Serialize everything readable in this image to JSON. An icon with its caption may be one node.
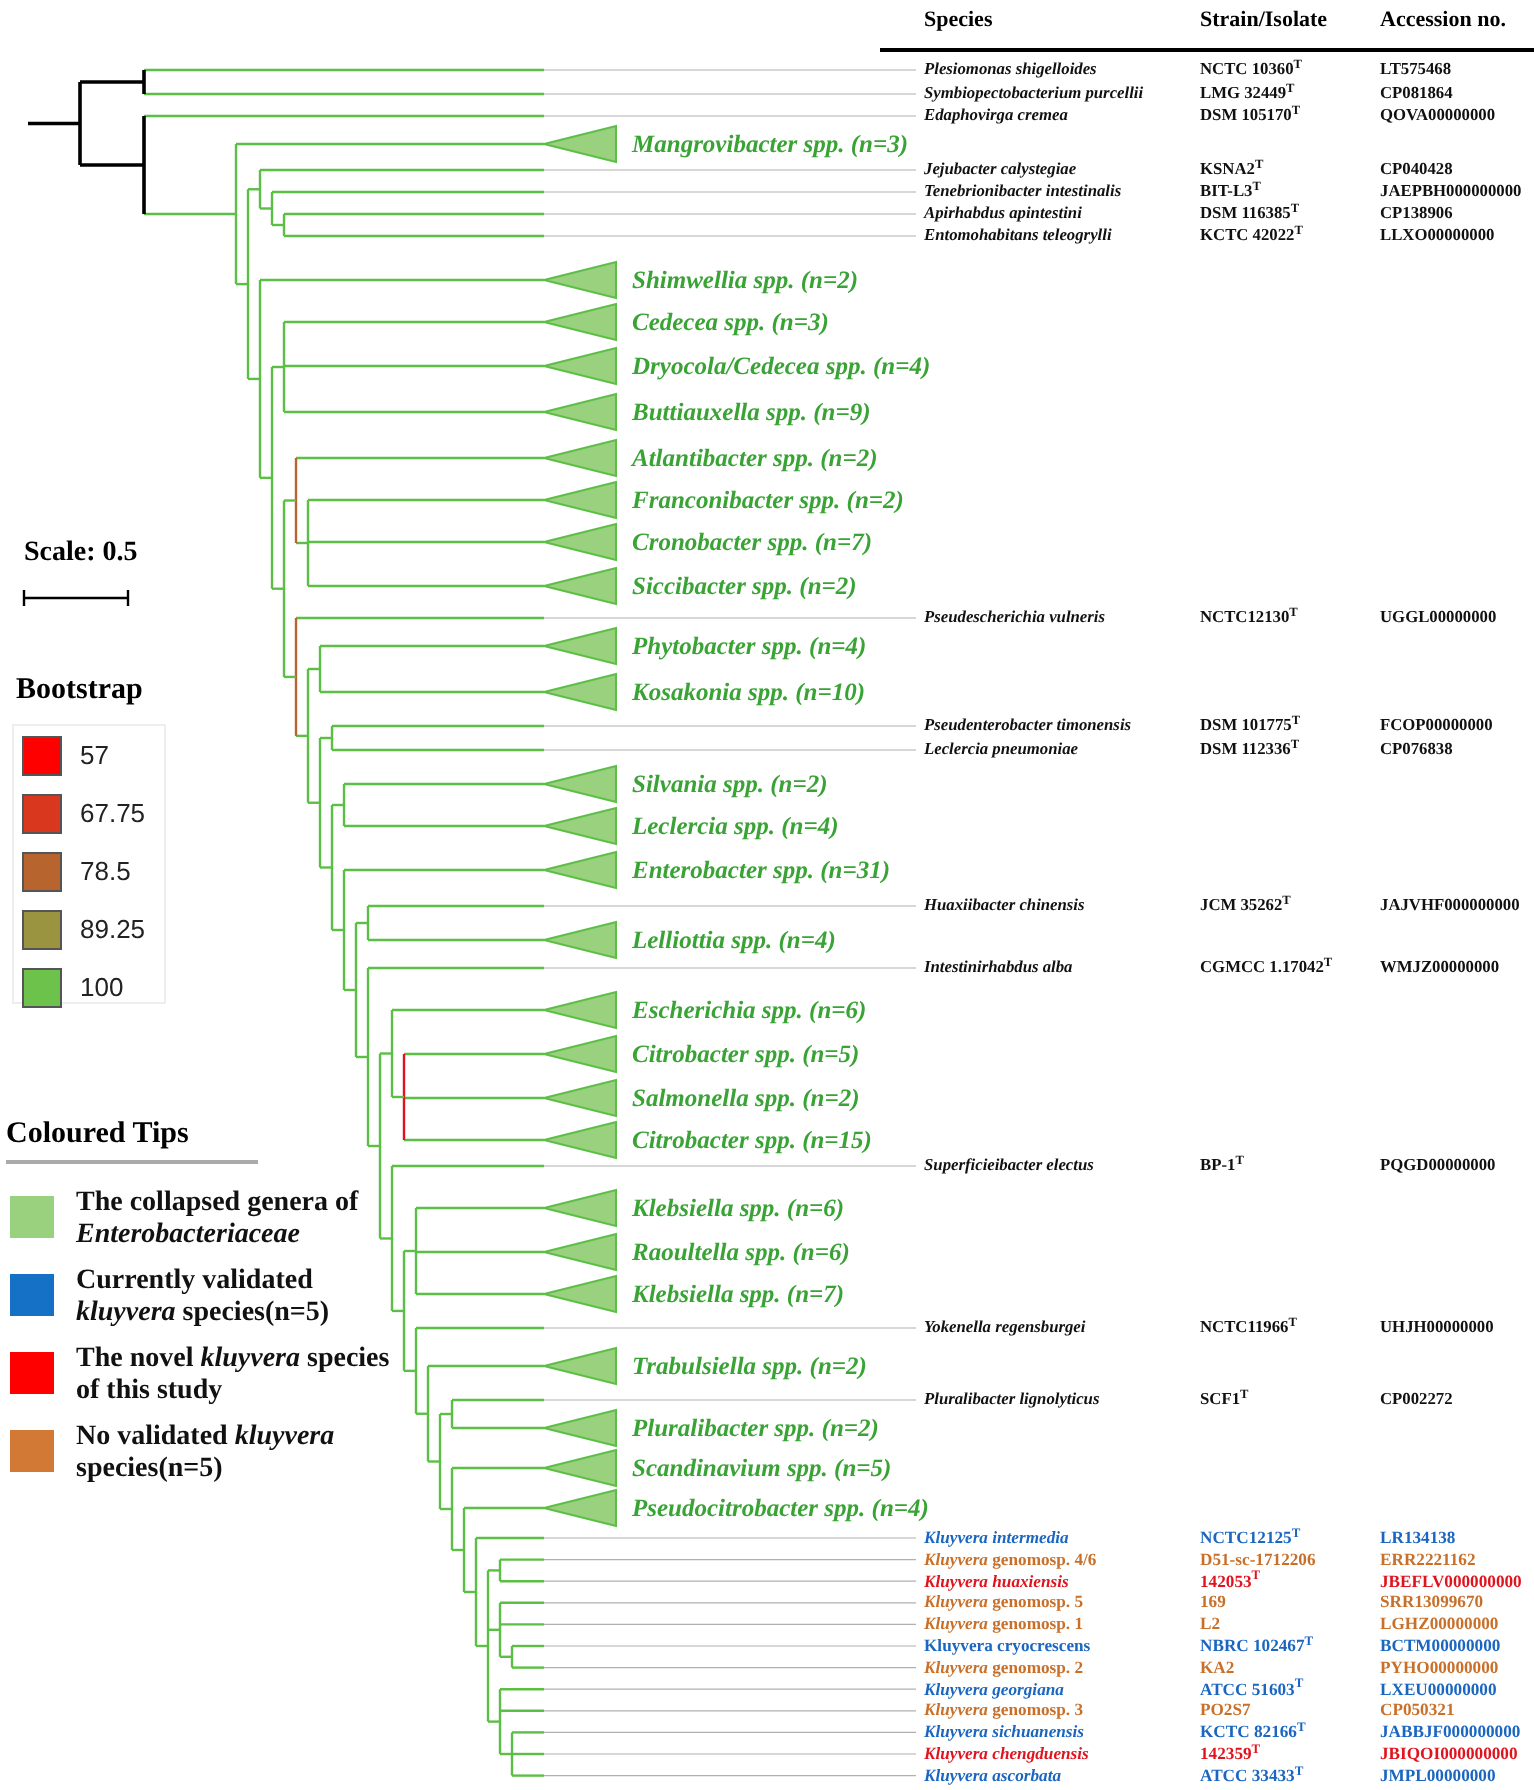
{
  "diagram": {
    "labels": [
      "Species",
      "Strain/Isolate",
      "Accession no.",
      "Plesiomonas shigelloides",
      "NCTC 10360$^{T}$",
      "LT575468",
      "Symbiopectobacterium purcellii",
      "LMG 32449$^{T}$",
      "CP081864",
      "Edaphovirga cremea",
      "DSM 105170$^{T}$",
      "QOVA00000000",
      "Mangrovibacter spp. (n=3)",
      "Jejubacter calystegiae",
      "KSNA2$^{T}$",
      "CP040428",
      "Tenebrionibacter intestinalis",
      "BIT-L3$^{T}$",
      "JAEPBH000000000",
      "Apirhabdus apintestini",
      "DSM 116385$^{T}$",
      "CP138906",
      "Entomohabitans teleogrylli",
      "KCTC 42022$^{T}$",
      "LLXO00000000",
      "Shimwellia spp. (n=2)",
      "Cedecea spp. (n=3)",
      "Dryocola/Cedecea spp. (n=4)",
      "Buttiauxella spp. (n=9)",
      "Atlantibacter spp. (n=2)",
      "Franconibacter spp. (n=2)",
      "Cronobacter spp. (n=7)",
      "Siccibacter spp. (n=2)",
      "Pseudescherichia vulneris",
      "NCTC12130$^{T}$",
      "UGGL00000000",
      "Phytobacter spp. (n=4)",
      "Kosakonia spp. (n=10)",
      "Pseudenterobacter timonensis",
      "DSM 101775$^{T}$",
      "FCOP00000000",
      "Leclercia pneumoniae",
      "DSM 112336$^{T}$",
      "CP076838",
      "Silvania spp. (n=2)",
      "Leclercia spp. (n=4)",
      "Enterobacter spp. (n=31)",
      "Huaxiibacter chinensis",
      "JCM 35262$^{T}$",
      "JAJVHF000000000",
      "Lelliottia spp. (n=4)",
      "Intestinirhabdus alba",
      "CGMCC 1.17042$^{T}$",
      "WMJZ00000000",
      "Escherichia spp. (n=6)",
      "Citrobacter spp. (n=5)",
      "Salmonella spp. (n=2)",
      "Citrobacter spp. (n=15)",
      "Superficieibacter electus",
      "BP-1$^{T}$",
      "PQGD00000000",
      "Klebsiella spp. (n=6)",
      "Raoultella spp. (n=6)",
      "Klebsiella spp. (n=7)",
      "Yokenella regensburgei",
      "NCTC11966$^{T}$",
      "UHJH00000000",
      "Trabulsiella spp. (n=2)",
      "Pluralibacter lignolyticus",
      "SCF1$^{T}$",
      "CP002272",
      "Pluralibacter spp. (n=2)",
      "Scandinavium spp. (n=5)",
      "Pseudocitrobacter spp. (n=4)",
      "Kluyvera intermedia",
      "NCTC12125$^{T}$",
      "LR134138",
      "*Kluyvera* genomosp. 4/6",
      "D51-sc-1712206",
      "ERR2221162",
      "Kluyvera huaxiensis",
      "142053$^{T}$",
      "JBEFLV000000000",
      "*Kluyvera* genomosp. 5",
      "169",
      "SRR13099670",
      "*Kluyvera* genomosp. 1",
      "L2",
      "LGHZ00000000",
      "Kluyvera cryocrescens",
      "NBRC 102467$^{T}$",
      "BCTM00000000",
      "*Kluyvera* genomosp. 2",
      "KA2",
      "PYHO00000000",
      "Kluyvera georgiana",
      "ATCC 51603$^{T}$",
      "LXEU00000000",
      "*Kluyvera* genomosp. 3",
      "PO2S7",
      "CP050321",
      "Kluyvera sichuanensis",
      "KCTC 82166$^{T}$",
      "JABBJF000000000",
      "Kluyvera chengduensis",
      "142359$^{T}$",
      "JBIQOI000000000",
      "Kluyvera ascorbata",
      "ATCC 33433$^{T}$",
      "JMPL00000000",
      "Scale: 0.5",
      "Bootstrap",
      "Coloured Tips"
    ],
    "legend": [
      {
        "text": "57",
        "color": "#ff0000"
      },
      {
        "text": "67.75",
        "color": "#d9381e"
      },
      {
        "text": "78.5",
        "color": "#b8642e"
      },
      {
        "text": "89.25",
        "color": "#9a9340"
      },
      {
        "text": "100",
        "color": "#6cc24a"
      },
      {
        "text": "The collapsed genera of *Enterobacteriaceae*",
        "color": "#99d17f"
      },
      {
        "text": "Currently validated *kluyvera* species(n=5)",
        "color": "#1571c6"
      },
      {
        "text": "The novel *kluyvera* species of this study",
        "color": "#ff0000"
      },
      {
        "text": "No validated *kluyvera* species(n=5)",
        "color": "#d27a35"
      }
    ]
  }
}
